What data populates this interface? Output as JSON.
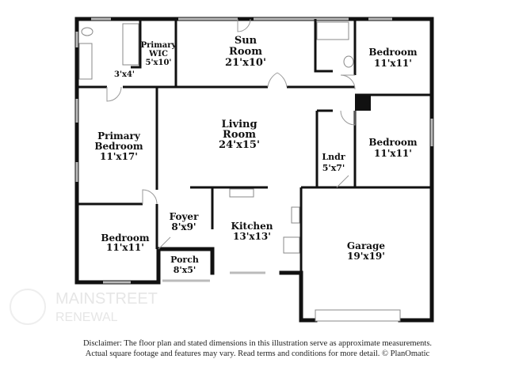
{
  "rooms": [
    {
      "id": "primary-wic",
      "lines": [
        "Primary",
        "WIC",
        "5'x10'"
      ]
    },
    {
      "id": "closet",
      "lines": [
        "3'x4'"
      ]
    },
    {
      "id": "sun-room",
      "lines": [
        "Sun",
        "Room",
        "21'x10'"
      ]
    },
    {
      "id": "bedroom-ne",
      "lines": [
        "Bedroom",
        "11'x11'"
      ]
    },
    {
      "id": "primary-bedroom",
      "lines": [
        "Primary",
        "Bedroom",
        "11'x17'"
      ]
    },
    {
      "id": "living-room",
      "lines": [
        "Living",
        "Room",
        "24'x15'"
      ]
    },
    {
      "id": "bedroom-e",
      "lines": [
        "Bedroom",
        "11'x11'"
      ]
    },
    {
      "id": "laundry",
      "lines": [
        "Lndr",
        "5'x7'"
      ]
    },
    {
      "id": "foyer",
      "lines": [
        "Foyer",
        "8'x9'"
      ]
    },
    {
      "id": "kitchen",
      "lines": [
        "Kitchen",
        "13'x13'"
      ]
    },
    {
      "id": "bedroom-sw",
      "lines": [
        "Bedroom",
        "11'x11'"
      ]
    },
    {
      "id": "porch",
      "lines": [
        "Porch",
        "8'x5'"
      ]
    },
    {
      "id": "garage",
      "lines": [
        "Garage",
        "19'x19'"
      ]
    }
  ],
  "disclaimer": {
    "line1": "Disclaimer: The floor plan and stated dimensions in this illustration serve as approximate measurements.",
    "line2": "Actual square footage and features may vary. Read terms and conditions for more detail. © PlanOmatic"
  },
  "watermark": {
    "text": "MAINSTREET",
    "sub": "RENEWAL"
  }
}
